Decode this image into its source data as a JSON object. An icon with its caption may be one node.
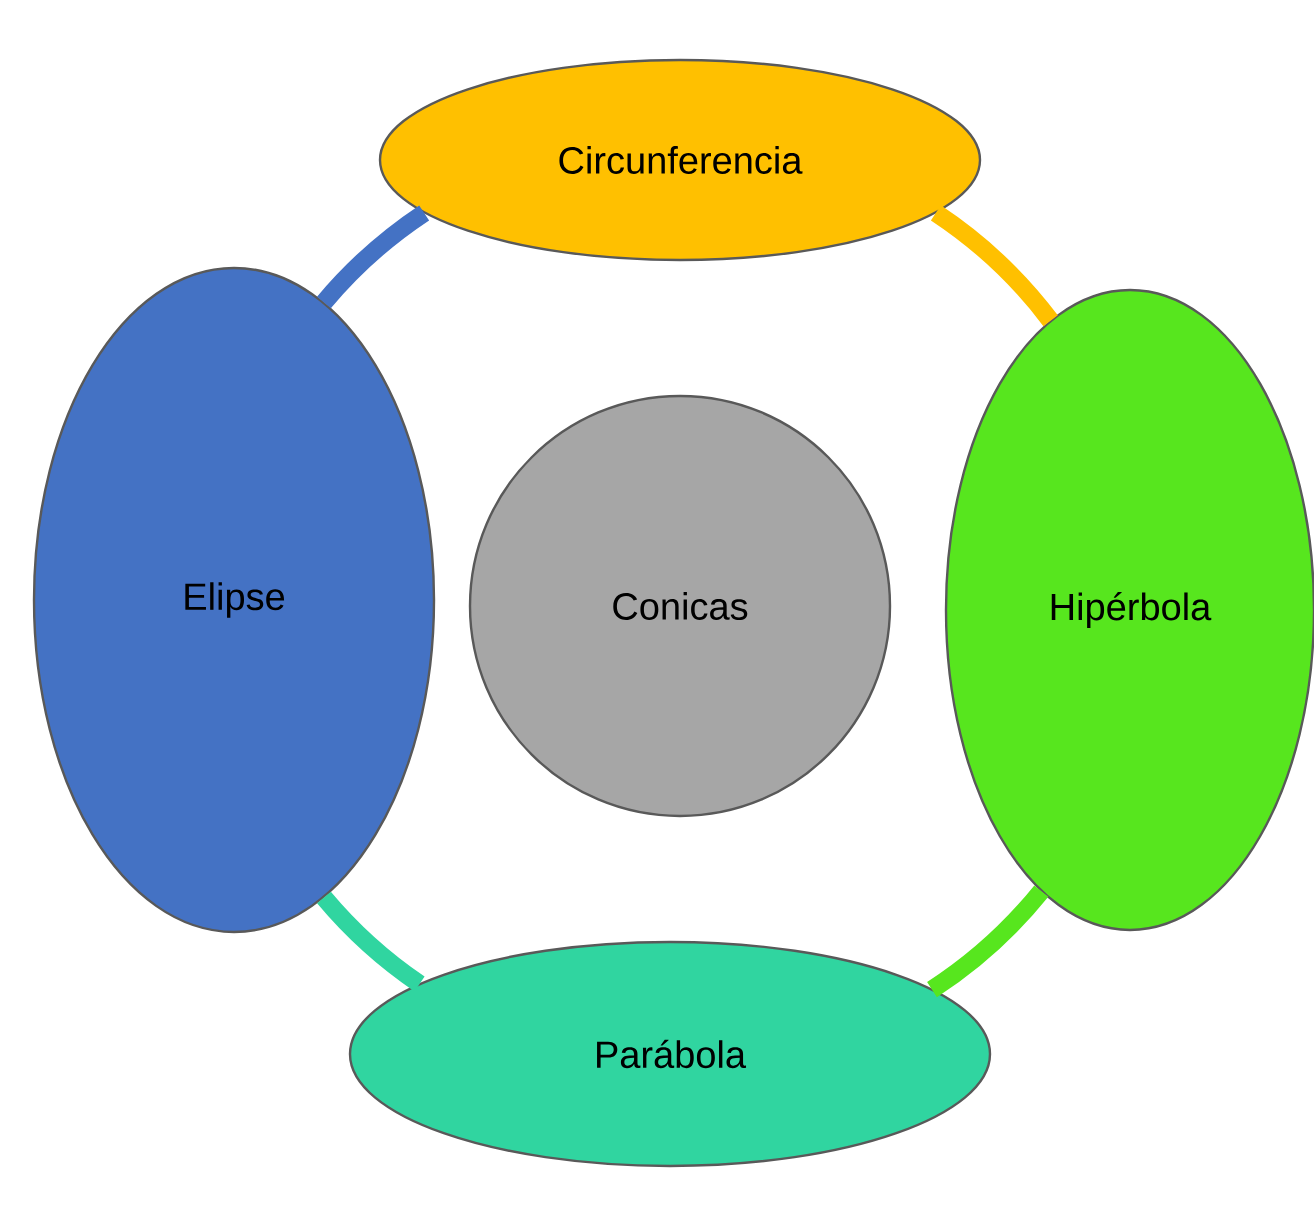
{
  "diagram": {
    "nodes": [
      {
        "text": [
          "Circunferencia"
        ]
      },
      {
        "text": [
          "Elipse"
        ]
      },
      {
        "text": [
          "Conicas"
        ]
      },
      {
        "text": [
          "Hipérbola"
        ]
      },
      {
        "text": [
          "Parábola"
        ]
      }
    ],
    "edges": [
      {
        "from": 0,
        "to": 3,
        "arrow": "none",
        "color": "#ffc000"
      },
      {
        "from": 3,
        "to": 4,
        "arrow": "none",
        "color": "#57e61e"
      },
      {
        "from": 4,
        "to": 1,
        "arrow": "none",
        "color": "#30d5a0"
      },
      {
        "from": 1,
        "to": 0,
        "arrow": "none",
        "color": "#4472c4"
      }
    ]
  }
}
